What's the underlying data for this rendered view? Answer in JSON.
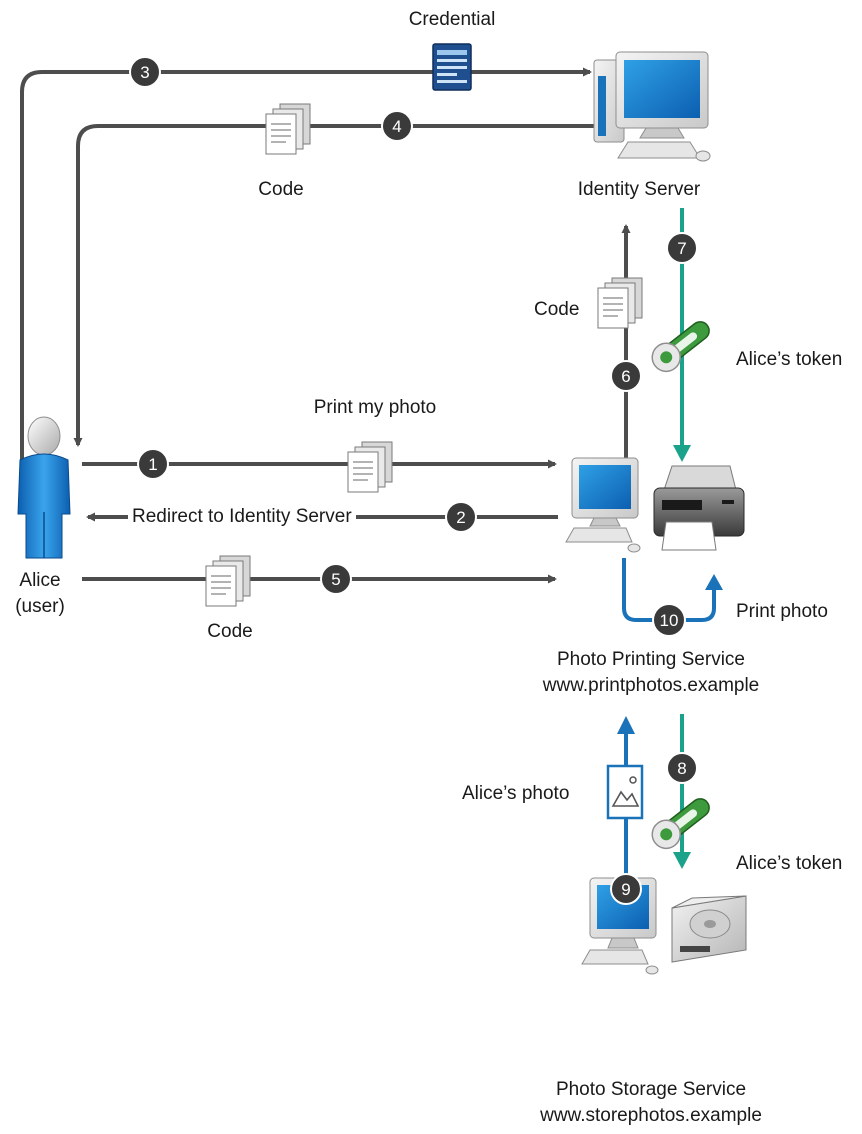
{
  "actors": {
    "alice": {
      "name": "Alice",
      "role": "(user)"
    },
    "identity_server": {
      "name": "Identity Server"
    },
    "photo_printing": {
      "name": "Photo Printing Service",
      "url": "www.printphotos.example"
    },
    "photo_storage": {
      "name": "Photo Storage Service",
      "url": "www.storephotos.example"
    }
  },
  "messages": {
    "credential": "Credential",
    "code_top": "Code",
    "code_mid": "Code",
    "code_bottom": "Code",
    "print_my_photo": "Print my photo",
    "redirect": "Redirect to Identity Server",
    "token_identity": "Alice’s token",
    "token_storage": "Alice’s token",
    "print_photo": "Print photo",
    "alices_photo": "Alice’s photo"
  },
  "steps": [
    "1",
    "2",
    "3",
    "4",
    "5",
    "6",
    "7",
    "8",
    "9",
    "10"
  ],
  "colors": {
    "gray_arrow": "#4d4d4d",
    "teal_arrow": "#1aa38a",
    "blue_arrow": "#1a72b8",
    "step_badge": "#3a3a3a",
    "token_green": "#3d9a3d"
  }
}
